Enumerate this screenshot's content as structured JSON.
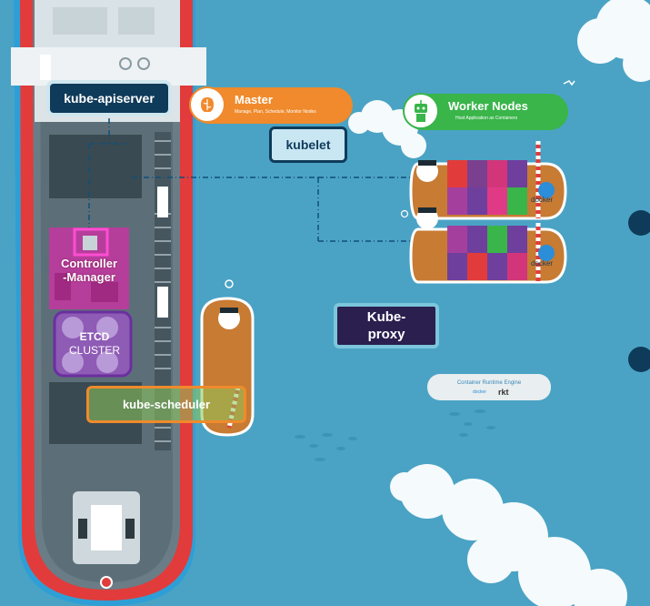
{
  "labels": {
    "apiserver": "kube-apiserver",
    "kubelet": "kubelet",
    "kube_proxy": "Kube-\nproxy",
    "controller_manager": "Controller\n-Manager",
    "etcd_title": "ETCD",
    "etcd_sub": "CLUSTER",
    "scheduler": "kube-scheduler"
  },
  "master": {
    "title": "Master",
    "subtitle": "Manage, Plan, Schedule, Monitor Nodes",
    "icon": "brain-icon"
  },
  "worker": {
    "title": "Worker Nodes",
    "subtitle": "Host Application as Containers",
    "icon": "robot-icon"
  },
  "runtime": {
    "title": "Container Runtime Engine",
    "docker": "docker",
    "rkt": "rkt"
  },
  "docker_tags": [
    "docker",
    "docker"
  ],
  "colors": {
    "sea": "#4aa3c4",
    "ship_hull": "#e23b3b",
    "ship_deck": "#5c6f78",
    "master_orange": "#f08a2c",
    "worker_green": "#39b54a",
    "navy": "#0f3b5a",
    "controller_magenta": "#c0399e",
    "etcd_purple": "#7b3fa0"
  }
}
